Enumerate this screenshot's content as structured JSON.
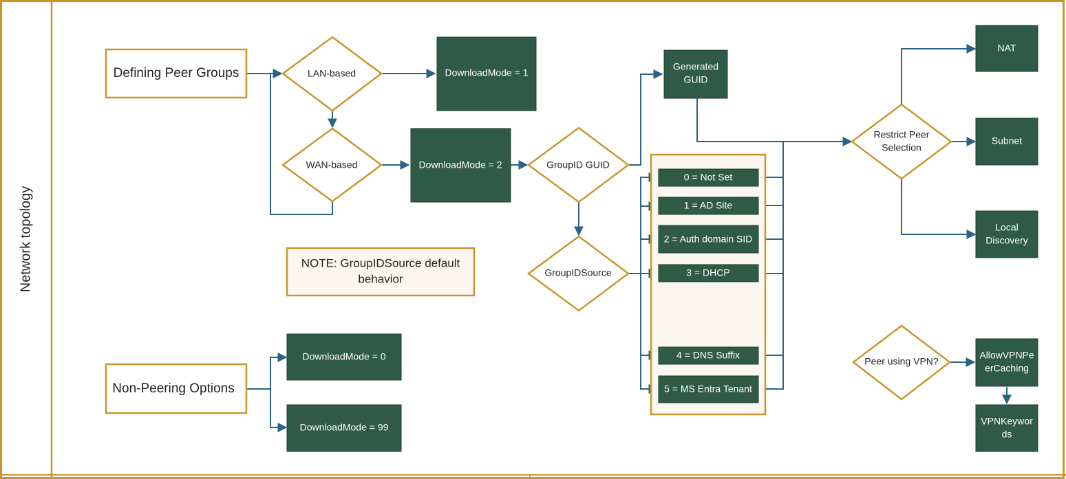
{
  "lane": {
    "label": "Network topology"
  },
  "colors": {
    "border": "#c9962c",
    "box_fill": "#2f5a47",
    "arrow": "#2a6384",
    "note_fill": "#fbf7f0",
    "text_dark": "#222222",
    "text_light": "#ffffff"
  },
  "nodes": {
    "defining_peer_groups": "Defining Peer Groups",
    "lan_based": "LAN-based",
    "wan_based": "WAN-based",
    "download_mode_1": "DownloadMode = 1",
    "download_mode_2": "DownloadMode = 2",
    "groupid_guid": "GroupID GUID",
    "generated_guid": [
      "Generated",
      "GUID"
    ],
    "groupid_source": "GroupIDSource",
    "note": [
      "NOTE: GroupIDSource default",
      "behavior"
    ],
    "non_peering_options": "Non-Peering Options",
    "download_mode_0": "DownloadMode = 0",
    "download_mode_99": "DownloadMode = 99",
    "restrict_peer_selection": [
      "Restrict Peer",
      "Selection"
    ],
    "nat": "NAT",
    "subnet": "Subnet",
    "local_discovery": [
      "Local",
      "Discovery"
    ],
    "peer_using_vpn": "Peer using VPN?",
    "allow_vpn_peer_caching": [
      "AllowVPNPe",
      "erCaching"
    ],
    "vpn_keywords": [
      "VPNKeywor",
      "ds"
    ]
  },
  "groupid_source_options": [
    "0 = Not Set",
    "1 = AD Site",
    "2 = Auth domain SID",
    "3 = DHCP",
    "4 = DNS Suffix",
    "5 = MS Entra Tenant"
  ]
}
